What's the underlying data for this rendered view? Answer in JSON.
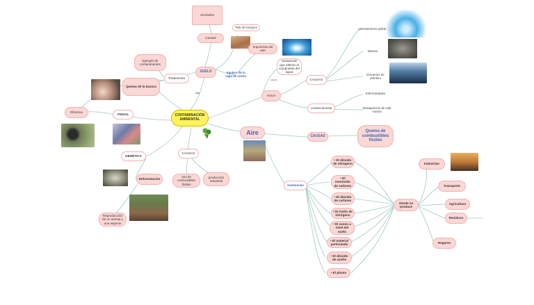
{
  "center": "CONTAMINACIÓN AMBIENTAL",
  "suelo": {
    "label": "SUELO",
    "causes_label": "Causas",
    "cause_item": "Alcoholes",
    "tala": "Tala de bosques",
    "tratamiento": "Tratamiento",
    "agujero": "Agujero de la capa de ozono",
    "ejemplo": "Ejemplo de contaminantes",
    "quema": "Quema de la basura",
    "residuos": "Impurezas del aire",
    "dias": "días"
  },
  "agua": {
    "label": "AGUA",
    "descrip": "Sustancias que alteran el compuesto del agua",
    "causas": "CAUSAS",
    "consecuencias": "consecuencias",
    "efecto": "efectos",
    "calentamiento": "calentamiento global",
    "basura": "Basura",
    "derrames": "Derrames de petróleo",
    "enfermedades": "Enfermedades",
    "desaparicion": "Desaparición de vida marina"
  },
  "left": {
    "electrica": "Eléctrica",
    "visual": "VISUAL",
    "genetica": "GENÉTICA",
    "causas": "CAUSAS",
    "deforestacion": "Deforestación",
    "combustibles": "uso de combustibles fósiles",
    "industrial": "producción industrial",
    "reproduccion": "Reproducción de un animal y una especie"
  },
  "aire": {
    "label": "Aire",
    "causas": "CAUSAS",
    "quema": "Quema de combustibles fósiles",
    "sustancias": "sustancias",
    "items": [
      "• El dióxido de nitrógeno",
      "• El monóxido de carbono",
      "• El dióxido de carbono",
      "• El óxido de nitrógeno",
      "• El ozono a nivel del suelo",
      "• El material particulado",
      "• El dióxido de azufre",
      "• El plomo"
    ],
    "donde": "donde se produce",
    "sources": [
      "Industrias",
      "Transporte",
      "Agricultura",
      "Residuos",
      "Hogares"
    ]
  },
  "colors": {
    "line": "#9ec9c2",
    "pink": "#fbd7d6",
    "center": "#fff45a",
    "accent": "#3a66b8"
  }
}
